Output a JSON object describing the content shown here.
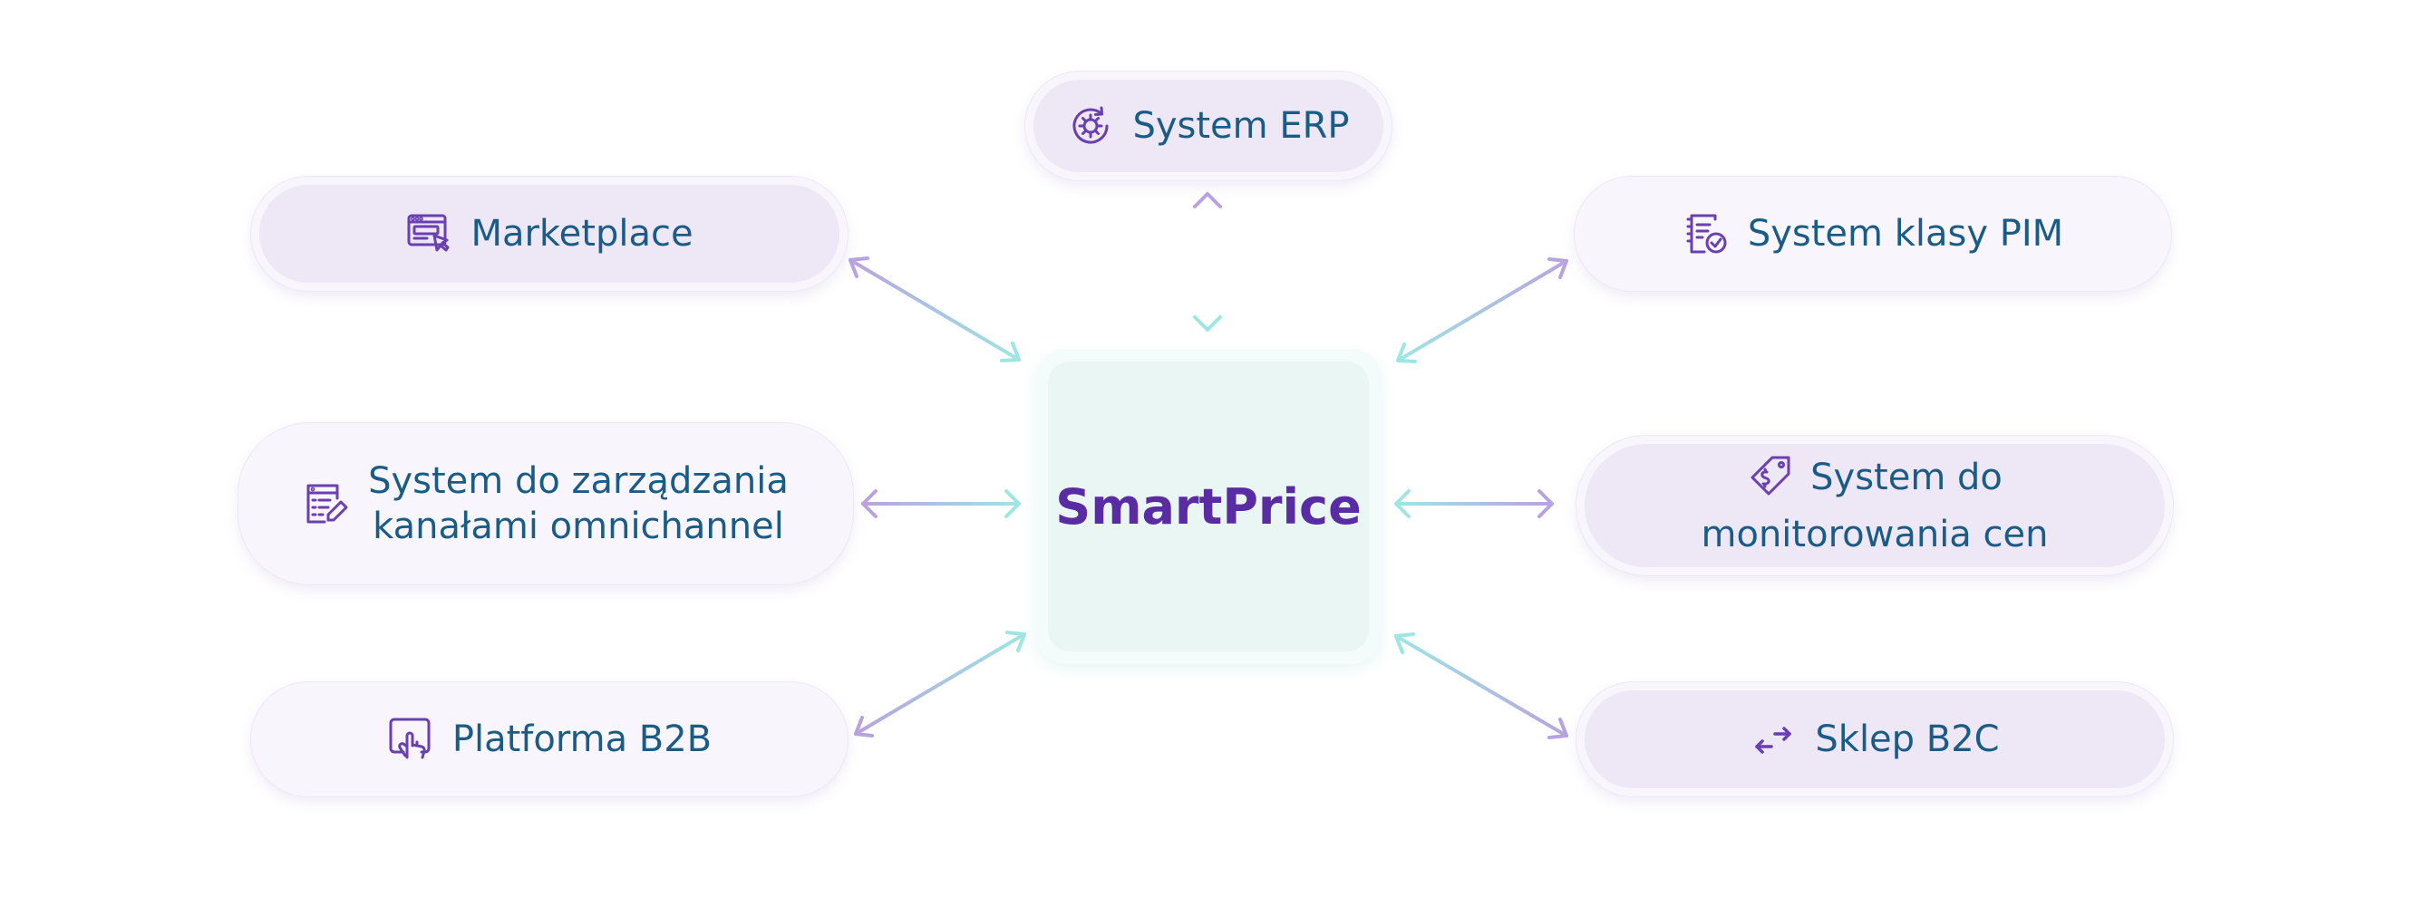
{
  "center": {
    "label": "SmartPrice"
  },
  "nodes": {
    "erp": {
      "label": "System ERP",
      "icon": "gear-cycle-icon"
    },
    "marketplace": {
      "label": "Marketplace",
      "icon": "storefront-window-icon"
    },
    "pim": {
      "label": "System klasy PIM",
      "icon": "document-check-icon"
    },
    "omnichannel": {
      "line1": "System do zarządzania",
      "line2": "kanałami omnichannel",
      "icon": "list-edit-icon"
    },
    "monitoring": {
      "line1": "System do",
      "line2": "monitorowania cen",
      "icon": "price-tag-icon"
    },
    "b2b": {
      "label": "Platforma B2B",
      "icon": "touch-screen-icon"
    },
    "b2c": {
      "label": "Sklep B2C",
      "icon": "exchange-arrows-icon"
    }
  },
  "colors": {
    "label_text": "#1b5c86",
    "center_text": "#5a2ca3",
    "icon": "#6a3fb0",
    "arrow_purple": "#b8a3e0",
    "arrow_teal": "#9ee6e2",
    "pill_filled": "#ede7f6",
    "pill_light": "#f8f6fc",
    "center_fill": "#e9f6f4"
  }
}
